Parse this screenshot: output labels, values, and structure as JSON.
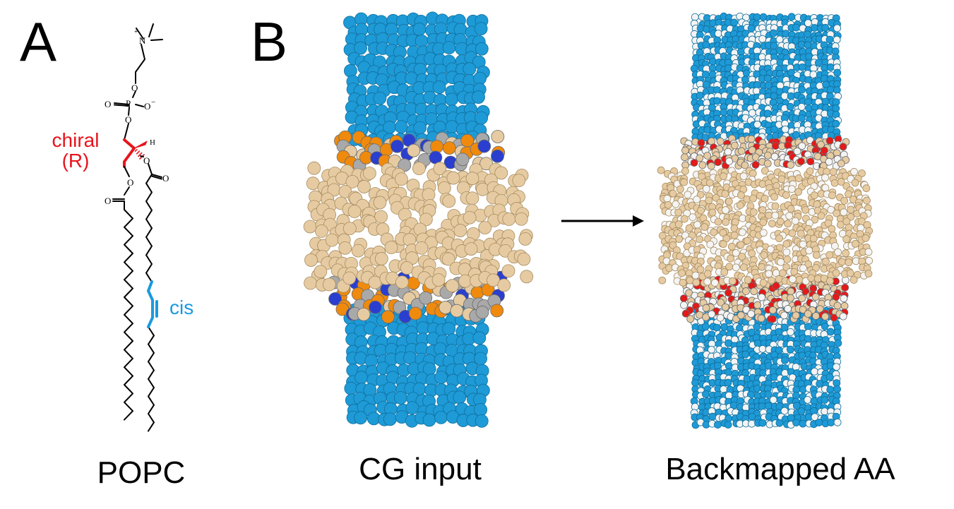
{
  "panels": {
    "a": {
      "letter": "A",
      "caption": "POPC"
    },
    "b": {
      "letter": "B",
      "caption_left": "CG input",
      "caption_right": "Backmapped AA"
    }
  },
  "annotations": {
    "chiral_line1": "chiral",
    "chiral_line2": "(R)",
    "cis": "cis"
  },
  "atoms": {
    "n": "N",
    "plus": "+",
    "o": "O",
    "p": "P",
    "minus": "−",
    "h": "H"
  },
  "colors": {
    "chiral": "#e8141c",
    "cis": "#1a9ae0",
    "water": "#1e9ad6",
    "water_dark": "#0f6f9e",
    "lipid_tail": "#e6cba2",
    "glycerol": "#a9a9a9",
    "phosphate": "#f08a0c",
    "choline": "#2a3fcf",
    "oxygen": "#e51919",
    "hydrogen": "#f4f4f4"
  }
}
